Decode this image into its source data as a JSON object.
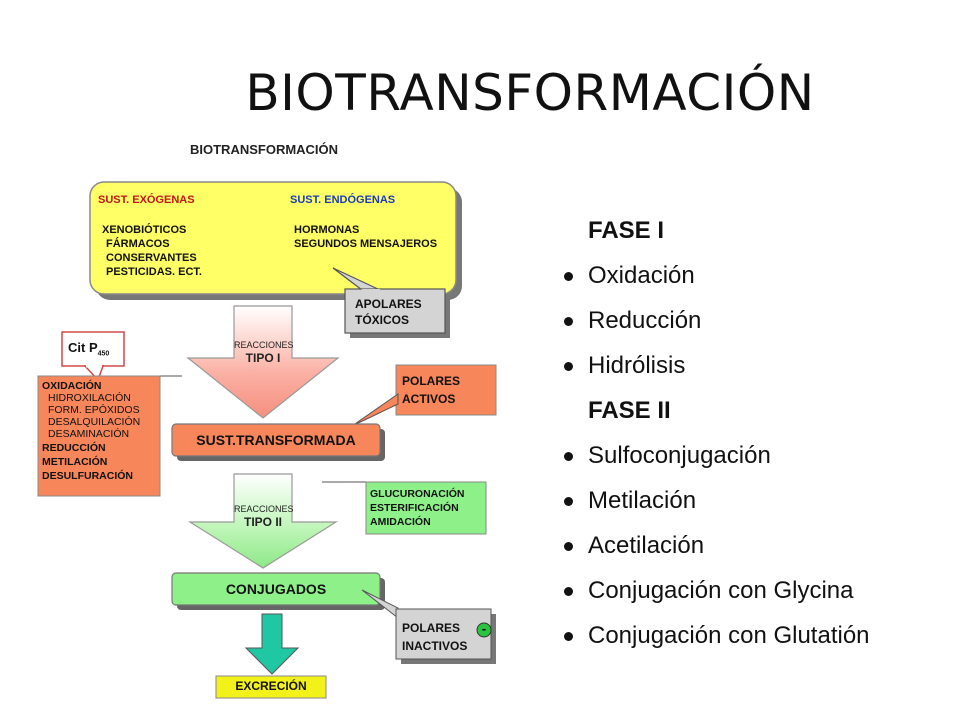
{
  "slide_title": "BIOTRANSFORMACIÓN",
  "diagram": {
    "title": "BIOTRANSFORMACIÓN",
    "yellow_box": {
      "left_heading": "SUST. EXÓGENAS",
      "right_heading": "SUST. ENDÓGENAS",
      "left_items": [
        "XENOBIÓTICOS",
        "FÁRMACOS",
        "CONSERVANTES",
        "PESTICIDAS. ECT."
      ],
      "right_items": [
        "HORMONAS",
        "SEGUNDOS MENSAJEROS"
      ]
    },
    "apolares_callout": [
      "APOLARES",
      "TÓXICOS"
    ],
    "cit_callout": {
      "main": "Cit P",
      "sub": "450"
    },
    "reactions_1": {
      "small": "REACCIONES",
      "big": "TIPO I"
    },
    "reactions_2": {
      "small": "REACCIONES",
      "big": "TIPO II"
    },
    "orange_list": [
      "OXIDACIÓN",
      "HIDROXILACIÓN",
      "FORM. EPÓXIDOS",
      "DESALQUILACIÓN",
      "DESAMINACIÓN",
      "REDUCCIÓN",
      "METILACIÓN",
      "DESULFURACIÓN"
    ],
    "polares_activos": [
      "POLARES",
      "ACTIVOS"
    ],
    "sust_transformada": "SUST.TRANSFORMADA",
    "green_list": [
      "GLUCURONACIÓN",
      "ESTERIFICACIÓN",
      "AMIDACIÓN"
    ],
    "conjugados": "CONJUGADOS",
    "polares_inactivos": [
      "POLARES",
      "INACTIVOS"
    ],
    "minus_sign": "-",
    "excrecion": "EXCRECIÓN"
  },
  "phases": {
    "phase1_title": "FASE I",
    "phase1_items": [
      "Oxidación",
      "Reducción",
      "Hidrólisis"
    ],
    "phase2_title": "FASE II",
    "phase2_items": [
      "Sulfoconjugación",
      "Metilación",
      "Acetilación",
      "Conjugación con Glycina",
      "Conjugación con Glutatión"
    ]
  },
  "colors": {
    "yellow": "#ffff66",
    "orange": "#f7865a",
    "green": "#8df089",
    "teal_arrow": "#1fc7a2",
    "callout_gray": "#d4d4d4",
    "excrecion_yellow": "#f2f21a"
  }
}
